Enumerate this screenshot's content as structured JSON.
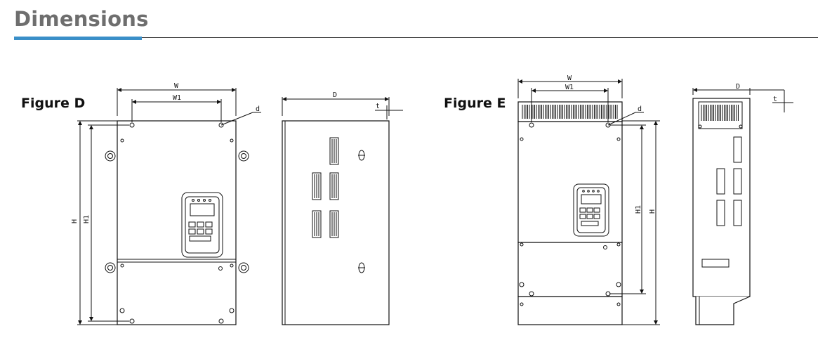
{
  "page": {
    "title": "Dimensions",
    "accent_color": "#3a8fc8"
  },
  "figures": {
    "figure_d": {
      "label": "Figure D",
      "dims": {
        "W": "W",
        "W1": "W1",
        "H": "H",
        "H1": "H1",
        "D": "D",
        "t": "t",
        "d": "d"
      }
    },
    "figure_e": {
      "label": "Figure E",
      "dims": {
        "W": "W",
        "W1": "W1",
        "H": "H",
        "H1": "H1",
        "D": "D",
        "t": "t",
        "d": "d"
      }
    }
  }
}
